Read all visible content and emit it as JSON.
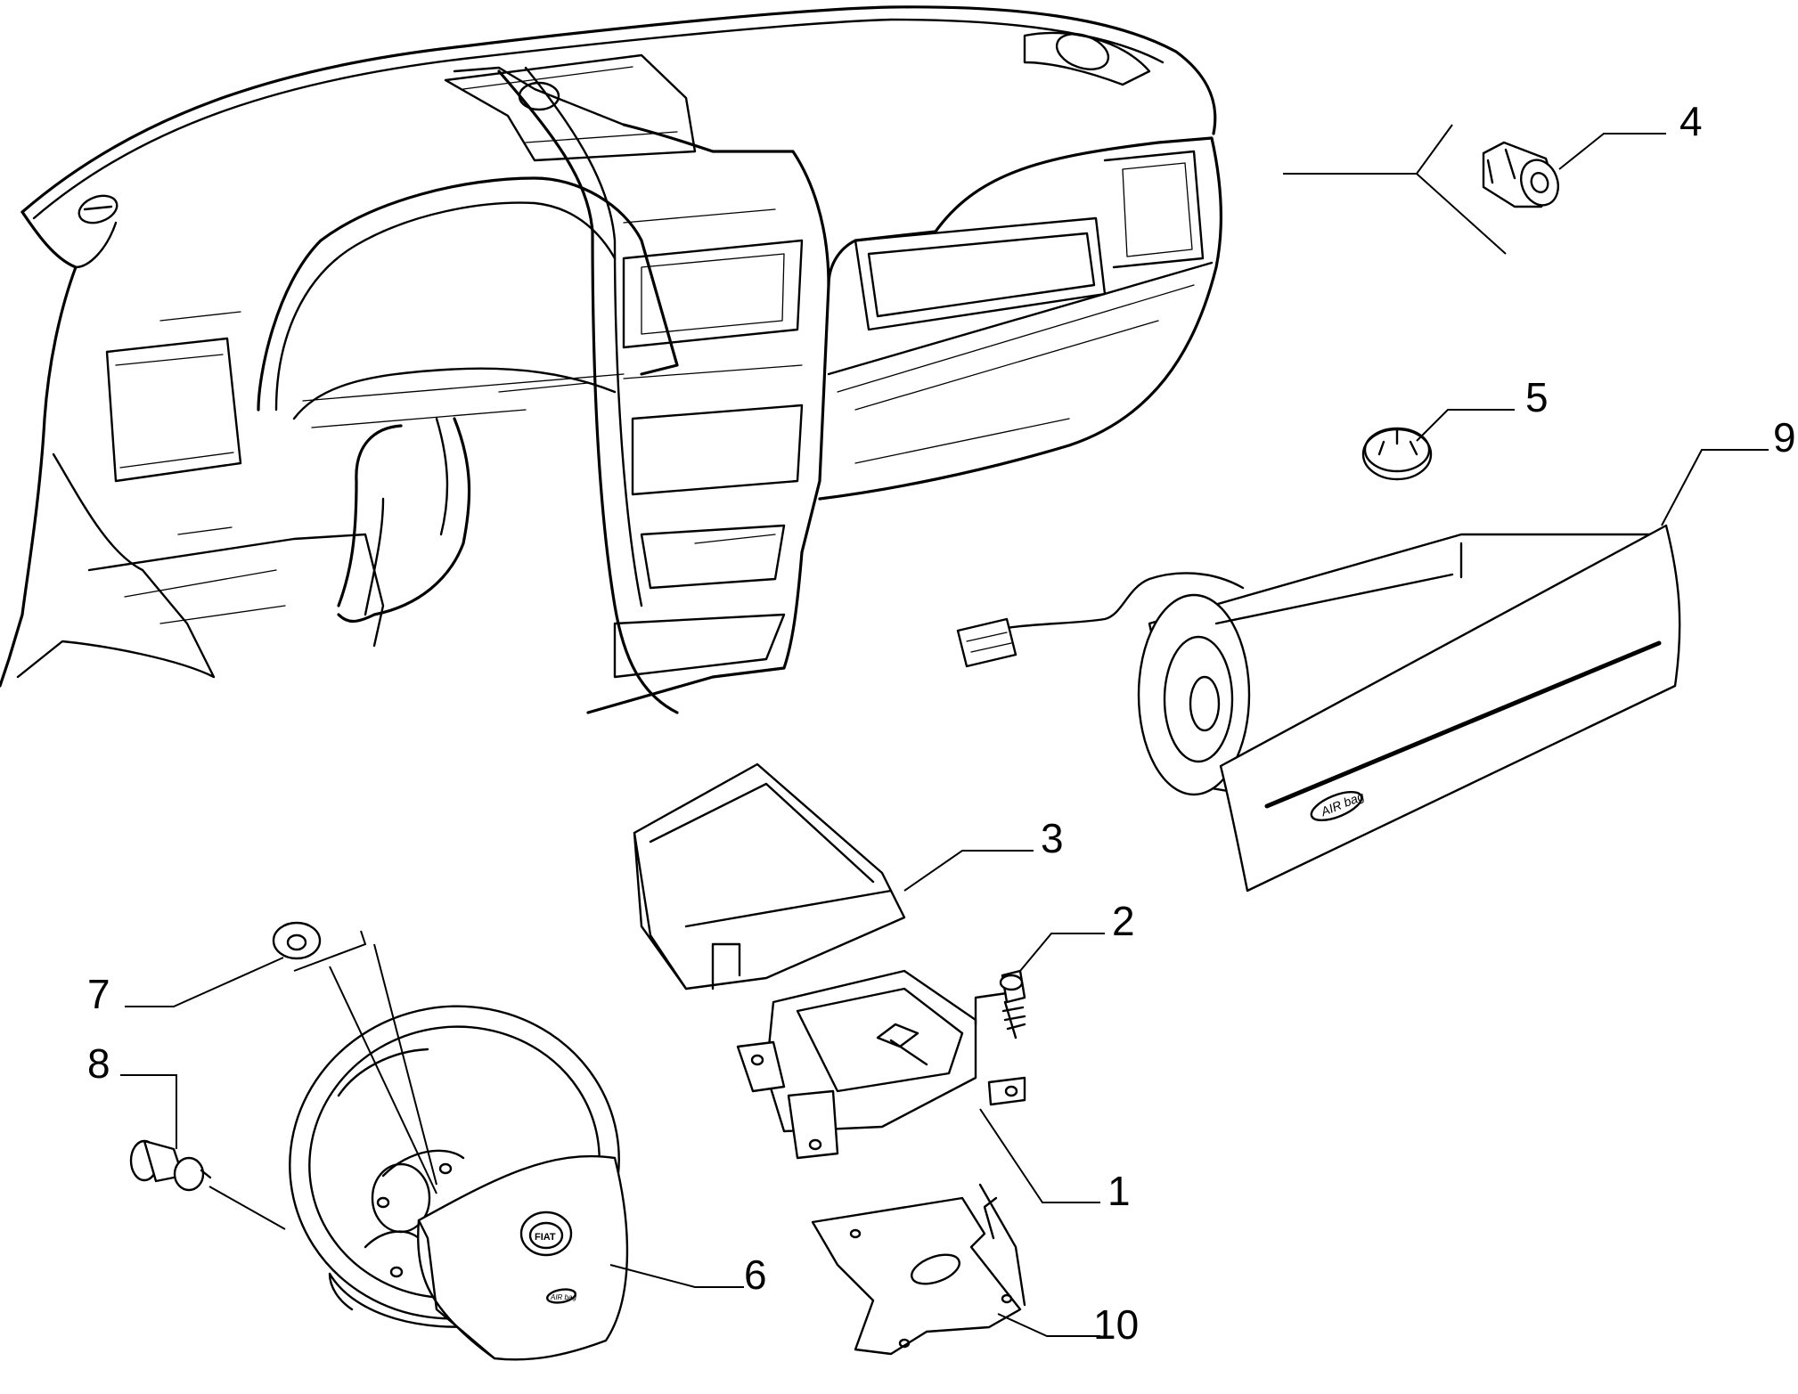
{
  "callouts": [
    {
      "id": "1",
      "label": "1"
    },
    {
      "id": "2",
      "label": "2"
    },
    {
      "id": "3",
      "label": "3"
    },
    {
      "id": "4",
      "label": "4"
    },
    {
      "id": "5",
      "label": "5"
    },
    {
      "id": "6",
      "label": "6"
    },
    {
      "id": "7",
      "label": "7"
    },
    {
      "id": "8",
      "label": "8"
    },
    {
      "id": "9",
      "label": "9"
    },
    {
      "id": "10",
      "label": "10"
    }
  ],
  "markings": {
    "passenger_airbag": "AIR bag",
    "wheel_hub_logo": "FIAT",
    "wheel_airbag": "AIR bag"
  }
}
